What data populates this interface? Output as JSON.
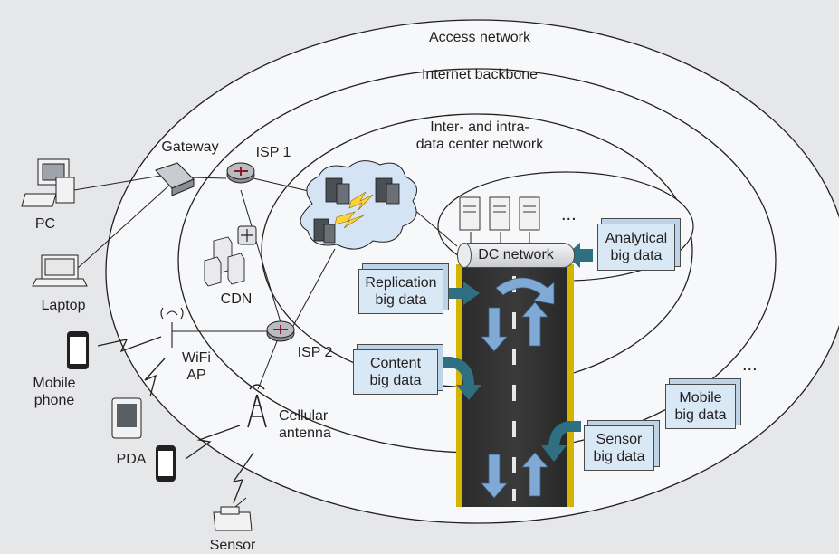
{
  "rings": {
    "access": "Access network",
    "backbone": "Internet backbone",
    "dc": "Inter- and intra-\ndata center network"
  },
  "devices": {
    "pc": "PC",
    "laptop": "Laptop",
    "mobile_phone": "Mobile\nphone",
    "pda": "PDA",
    "sensor": "Sensor",
    "gateway": "Gateway",
    "isp1": "ISP 1",
    "isp2": "ISP 2",
    "cdn": "CDN",
    "wifi_ap": "WiFi\nAP",
    "cellular_antenna": "Cellular\nantenna",
    "dc_network": "DC network",
    "server_ellipsis": "...",
    "mobile_ellipsis": "..."
  },
  "data_boxes": {
    "replication": "Replication\nbig data",
    "content": "Content\nbig data",
    "analytical": "Analytical\nbig data",
    "mobile": "Mobile\nbig data",
    "sensor": "Sensor\nbig data"
  },
  "colors": {
    "background": "#e6e7e9",
    "ring_fill": "#f7f8f9",
    "ring_stroke": "#231f20",
    "box_fill": "#d9e8f5",
    "arrow_teal": "#2e6f82",
    "arrow_light": "#7faad6",
    "road": "#1f1f1f",
    "road_edge": "#d4b400",
    "cloud": "#d5e4f5"
  }
}
